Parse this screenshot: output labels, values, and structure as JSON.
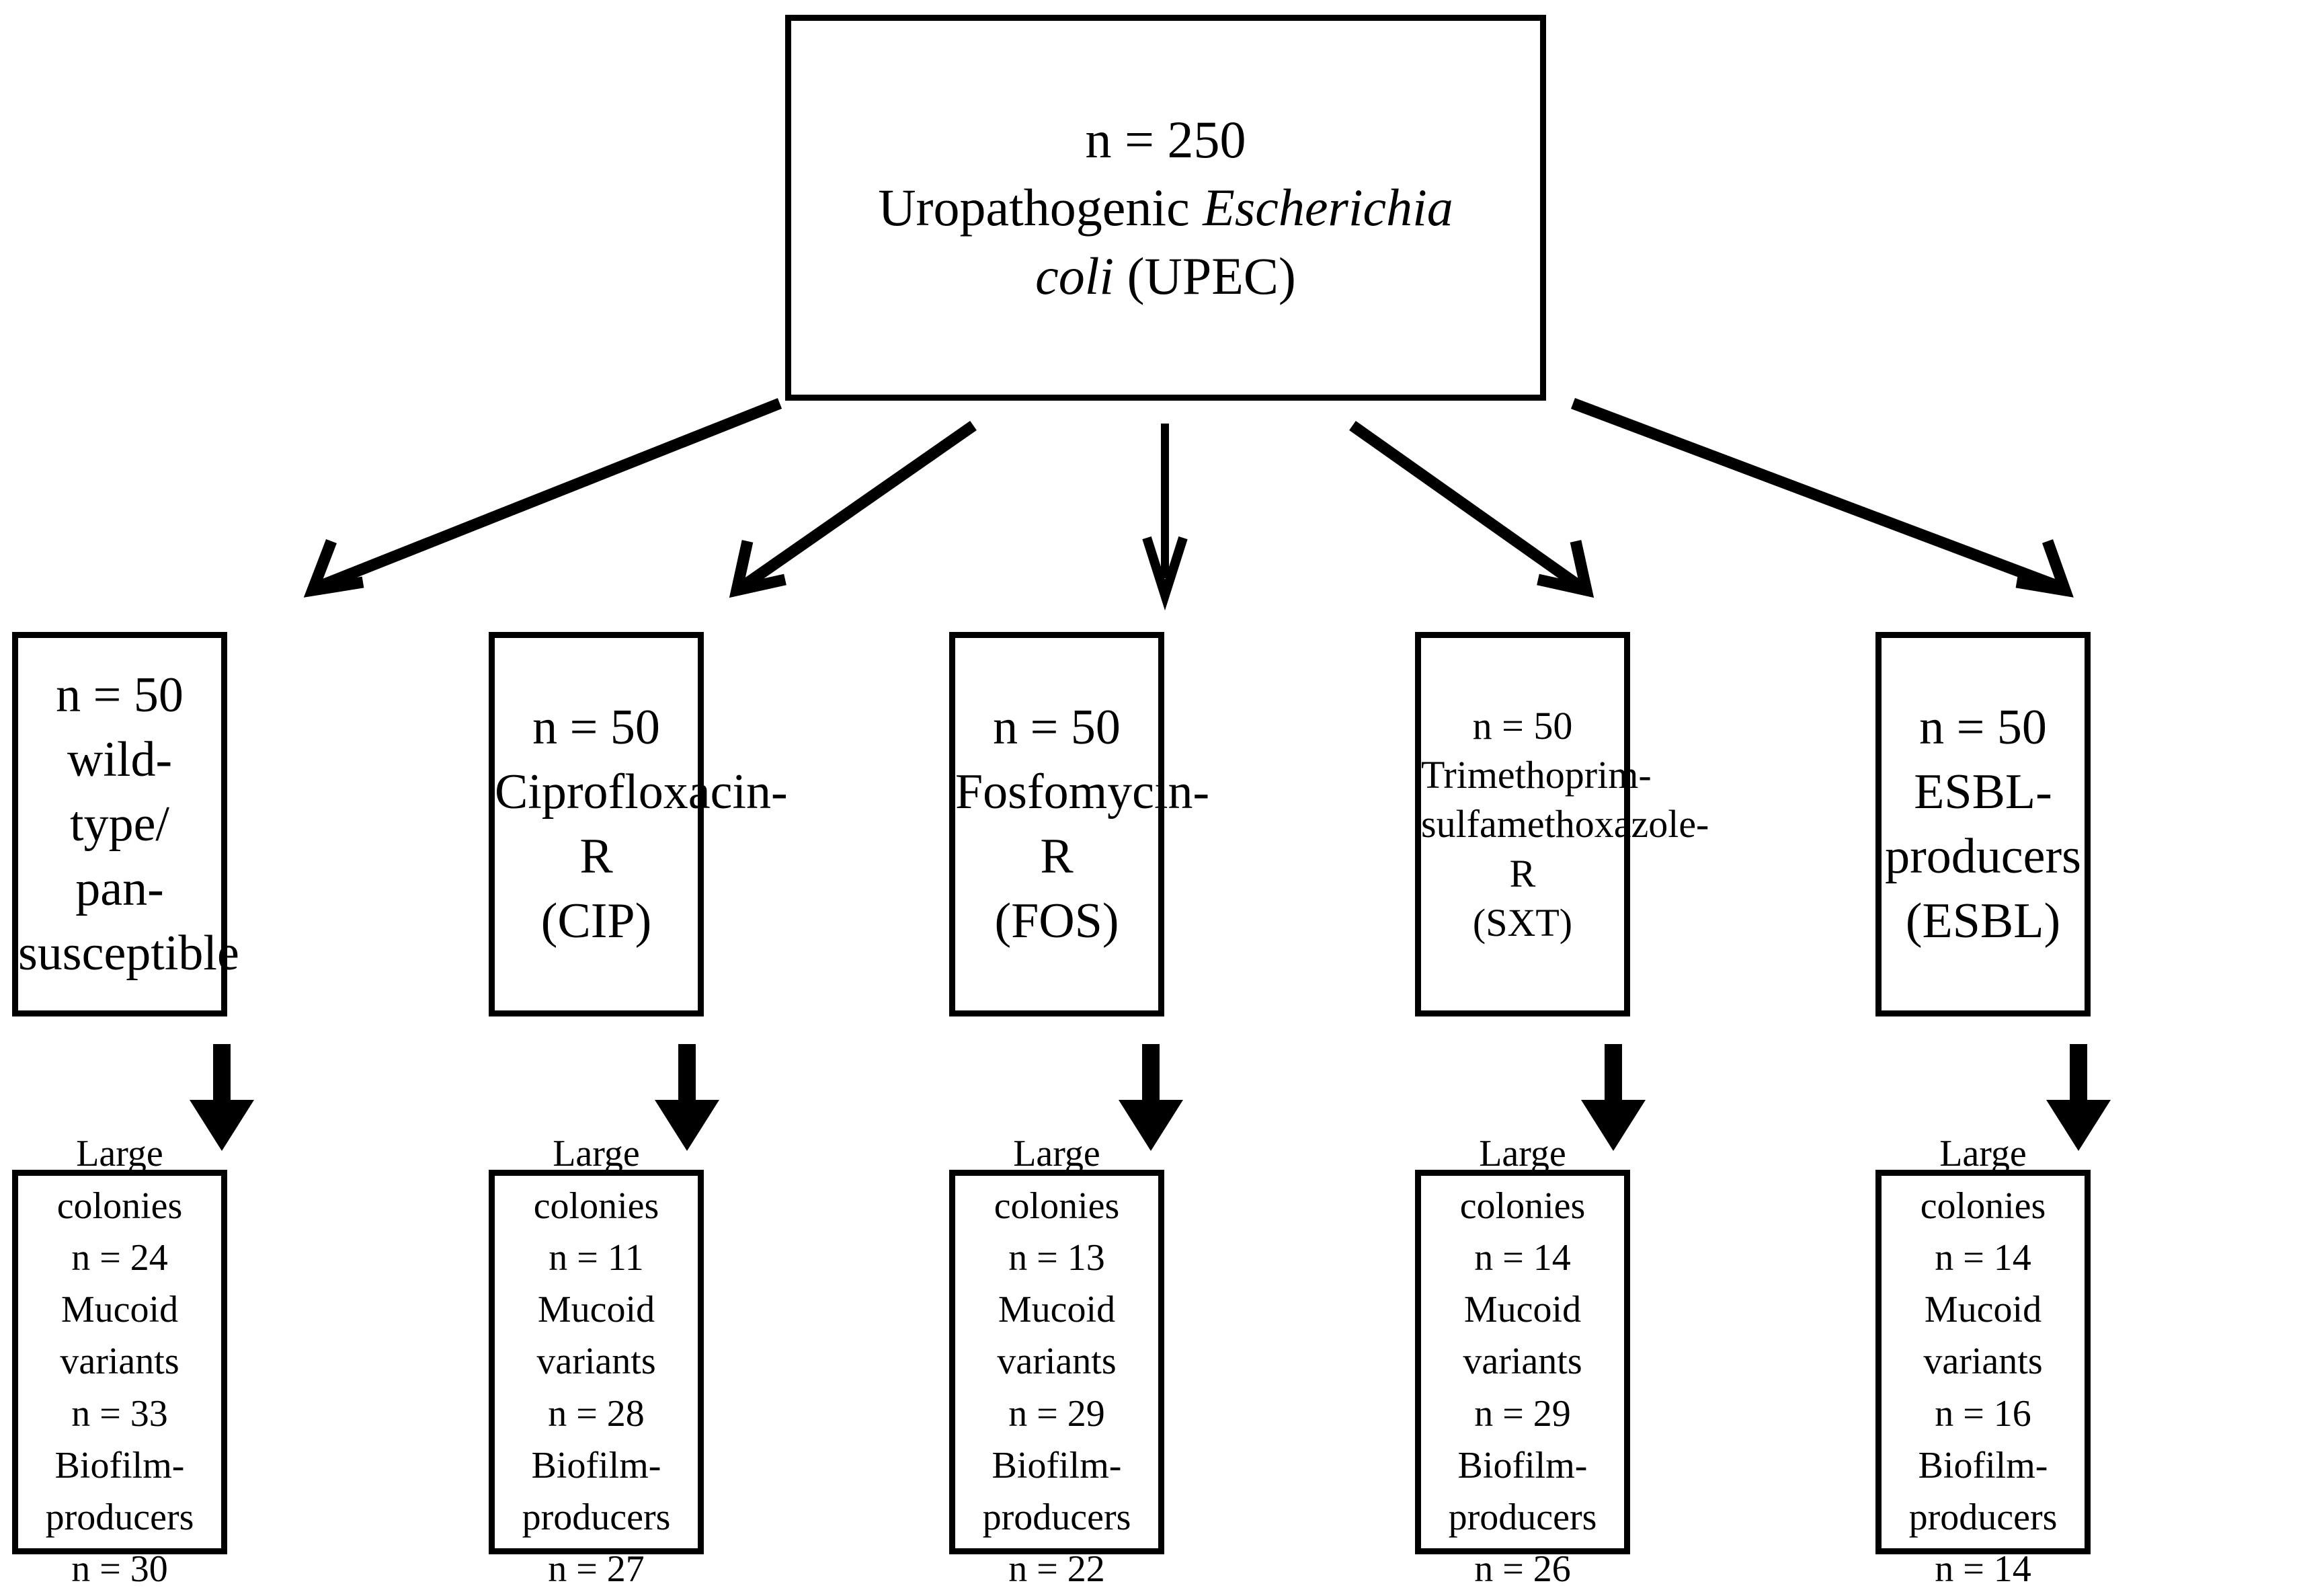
{
  "diagram": {
    "type": "flowchart",
    "title": "UPEC isolate stratification flowchart",
    "orientation": "top-down",
    "levels": 3,
    "colors": {
      "stroke": "#000000",
      "fill": "#ffffff",
      "text": "#000000"
    }
  },
  "root": {
    "count_label": "n = 250",
    "name_line1_plain": "Uropathogenic ",
    "name_line1_italic": "Escherichia",
    "name_line2_italic": "coli",
    "name_line2_plain": " (UPEC)",
    "full_text": "n = 250\nUropathogenic Escherichia coli (UPEC)",
    "n": 250
  },
  "groups": [
    {
      "id": "wild-type",
      "count_label": "n = 50",
      "label": "wild-type/\npan-susceptible",
      "abbr": "",
      "n": 50,
      "font": "normal"
    },
    {
      "id": "ciprofloxacin-r",
      "count_label": "n = 50",
      "label": "Ciprofloxacin-R\n(CIP)",
      "abbr": "CIP",
      "n": 50,
      "font": "normal"
    },
    {
      "id": "fosfomycin-r",
      "count_label": "n = 50",
      "label": "Fosfomycin-R\n(FOS)",
      "abbr": "FOS",
      "n": 50,
      "font": "normal"
    },
    {
      "id": "trimethoprim-sulfamethoxazole-r",
      "count_label": "n = 50",
      "label": "Trimethoprim-\nsulfamethoxazole-R\n(SXT)",
      "abbr": "SXT",
      "n": 50,
      "font": "small"
    },
    {
      "id": "esbl-producers",
      "count_label": "n = 50",
      "label": "ESBL-producers\n(ESBL)",
      "abbr": "ESBL",
      "n": 50,
      "font": "normal"
    }
  ],
  "outcome_row_labels": {
    "large_colonies": "Large colonies",
    "mucoid_variants": "Mucoid variants",
    "biofilm_producers": "Biofilm-producers"
  },
  "outcomes": [
    {
      "group_id": "wild-type",
      "text": "Large colonies\nn = 24\nMucoid variants\nn = 33\nBiofilm-producers\nn = 30",
      "large_colonies": 24,
      "mucoid_variants": 33,
      "biofilm_producers": 30,
      "large_colonies_label": "n = 24",
      "mucoid_variants_label": "n = 33",
      "biofilm_producers_label": "n = 30"
    },
    {
      "group_id": "ciprofloxacin-r",
      "text": "Large colonies\nn = 11\nMucoid variants\nn = 28\nBiofilm-producers\nn = 27",
      "large_colonies": 11,
      "mucoid_variants": 28,
      "biofilm_producers": 27,
      "large_colonies_label": "n = 11",
      "mucoid_variants_label": "n = 28",
      "biofilm_producers_label": "n = 27"
    },
    {
      "group_id": "fosfomycin-r",
      "text": "Large colonies\nn = 13\nMucoid variants\nn = 29\nBiofilm-producers\nn = 22",
      "large_colonies": 13,
      "mucoid_variants": 29,
      "biofilm_producers": 22,
      "large_colonies_label": "n = 13",
      "mucoid_variants_label": "n = 29",
      "biofilm_producers_label": "n = 22"
    },
    {
      "group_id": "trimethoprim-sulfamethoxazole-r",
      "text": "Large colonies\nn = 14\nMucoid variants\nn = 29\nBiofilm-producers\nn = 26",
      "large_colonies": 14,
      "mucoid_variants": 29,
      "biofilm_producers": 26,
      "large_colonies_label": "n = 14",
      "mucoid_variants_label": "n = 29",
      "biofilm_producers_label": "n = 26"
    },
    {
      "group_id": "esbl-producers",
      "text": "Large colonies\nn = 14\nMucoid variants\nn = 16\nBiofilm-producers\nn = 14",
      "large_colonies": 14,
      "mucoid_variants": 16,
      "biofilm_producers": 14,
      "large_colonies_label": "n = 14",
      "mucoid_variants_label": "n = 16",
      "biofilm_producers_label": "n = 14"
    }
  ],
  "edges": {
    "root_to_groups": [
      {
        "to": "wild-type",
        "style": "diagonal-left"
      },
      {
        "to": "ciprofloxacin-r",
        "style": "diagonal-left"
      },
      {
        "to": "fosfomycin-r",
        "style": "vertical"
      },
      {
        "to": "trimethoprim-sulfamethoxazole-r",
        "style": "diagonal-right"
      },
      {
        "to": "esbl-producers",
        "style": "diagonal-right"
      }
    ],
    "groups_to_outcomes": [
      {
        "from": "wild-type",
        "style": "vertical-thick"
      },
      {
        "from": "ciprofloxacin-r",
        "style": "vertical-thick"
      },
      {
        "from": "fosfomycin-r",
        "style": "vertical-thick"
      },
      {
        "from": "trimethoprim-sulfamethoxazole-r",
        "style": "vertical-thick"
      },
      {
        "from": "esbl-producers",
        "style": "vertical-thick"
      }
    ]
  }
}
